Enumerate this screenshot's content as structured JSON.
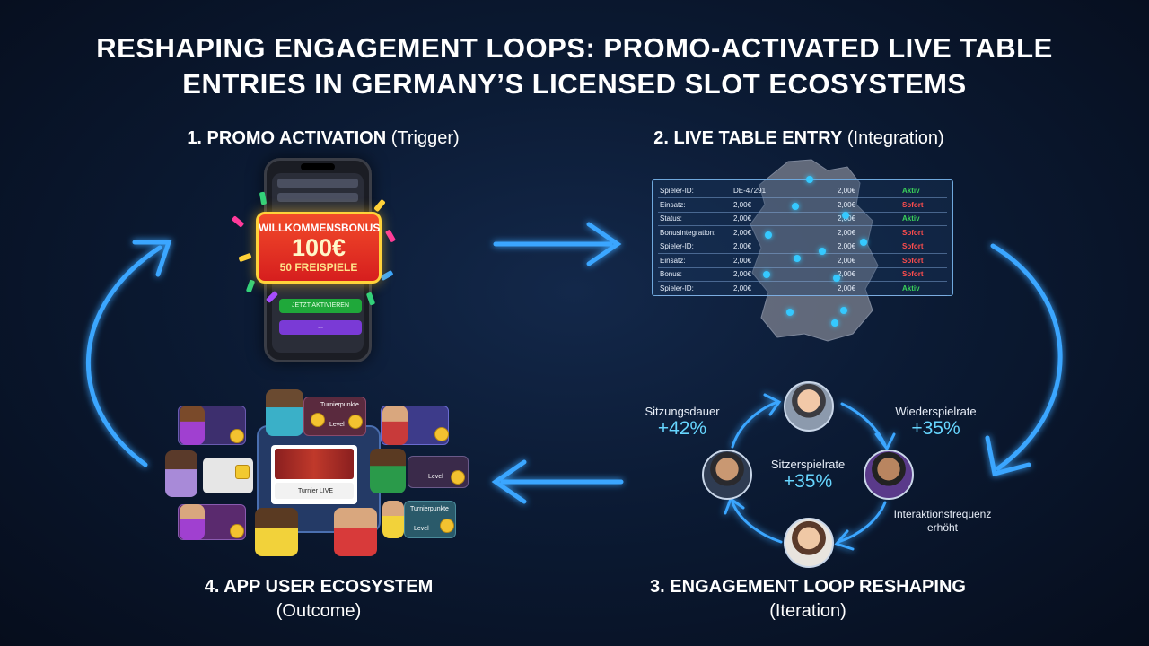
{
  "title": {
    "line1": "RESHAPING ENGAGEMENT LOOPS: PROMO-ACTIVATED LIVE TABLE",
    "line2": "ENTRIES IN GERMANY’S LICENSED SLOT ECOSYSTEMS"
  },
  "steps": {
    "step1": {
      "label": "1. PROMO ACTIVATION",
      "sub": "(Trigger)"
    },
    "step2": {
      "label": "2. LIVE TABLE ENTRY",
      "sub": "(Integration)"
    },
    "step3": {
      "label": "3. ENGAGEMENT LOOP RESHAPING",
      "sub": "(Iteration)"
    },
    "step4": {
      "label": "4. APP USER ECOSYSTEM",
      "sub": "(Outcome)"
    }
  },
  "promo": {
    "headline": "WILLKOMMENSBONUS",
    "amount": "100€",
    "spins": "50 FREISPIELE",
    "green_button": "JETZT AKTIVIEREN",
    "purple_button": "..."
  },
  "live_table": {
    "rows": [
      {
        "c1": "Spieler-ID:",
        "c2": "DE-47291",
        "c3": "2,00€",
        "c4": "Aktiv",
        "status": "green"
      },
      {
        "c1": "Einsatz:",
        "c2": "2,00€",
        "c3": "2,00€",
        "c4": "Sofort",
        "status": "red"
      },
      {
        "c1": "Status:",
        "c2": "2,00€",
        "c3": "2,00€",
        "c4": "Aktiv",
        "status": "green"
      },
      {
        "c1": "Bonusintegration:",
        "c2": "2,00€",
        "c3": "2,00€",
        "c4": "Sofort",
        "status": "red"
      },
      {
        "c1": "Spieler-ID:",
        "c2": "2,00€",
        "c3": "2,00€",
        "c4": "Sofort",
        "status": "red"
      },
      {
        "c1": "Einsatz:",
        "c2": "2,00€",
        "c3": "2,00€",
        "c4": "Sofort",
        "status": "red"
      },
      {
        "c1": "Bonus:",
        "c2": "2,00€",
        "c3": "2,00€",
        "c4": "Sofort",
        "status": "red"
      },
      {
        "c1": "Spieler-ID:",
        "c2": "2,00€",
        "c3": "2,00€",
        "c4": "Aktiv",
        "status": "green"
      }
    ]
  },
  "loop_metrics": {
    "session": {
      "label": "Sitzungsdauer",
      "value": "+42%"
    },
    "replay": {
      "label": "Wiederspielrate",
      "value": "+35%"
    },
    "center": {
      "label": "Sitzerspielrate",
      "value": "+35%"
    },
    "interaction": {
      "label": "Interaktionsfrequenz erhöht"
    }
  },
  "ecosystem": {
    "tournament_label": "Turnierpunkte",
    "level_label": "Level",
    "screen_label": "Turnier LIVE"
  },
  "colors": {
    "accent": "#35c9ff",
    "metric": "#67d6ff",
    "bonus_red": "#e02a22",
    "bonus_gold": "#ffd23a",
    "active_green": "#3ad15a",
    "immediate_red": "#ff4d4d"
  }
}
